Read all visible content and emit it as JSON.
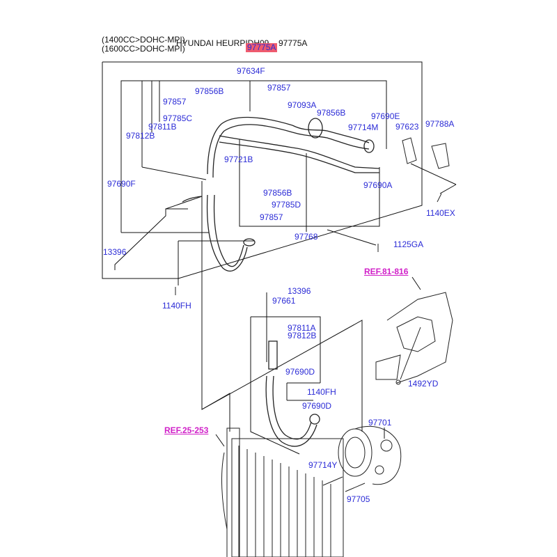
{
  "header": {
    "engine_1": "(1400CC>DOHC-MPI)",
    "engine_2": "(1600CC>DOHC-MPI)",
    "model": "HYUNDAI HEURPIDH09",
    "assembly_code": "97775A",
    "assembly_code_highlight": "97775A"
  },
  "refs": {
    "ref_81_816": "REF.81-816",
    "ref_25_253": "REF.25-253"
  },
  "parts": {
    "p97634F": "97634F",
    "p97857_a": "97857",
    "p97856B_a": "97856B",
    "p97857_b": "97857",
    "p97093A": "97093A",
    "p97856B_b": "97856B",
    "p97690E": "97690E",
    "p97785C": "97785C",
    "p97811B": "97811B",
    "p97714M": "97714M",
    "p97623": "97623",
    "p97788A": "97788A",
    "p97812B": "97812B",
    "p97721B": "97721B",
    "p97690F": "97690F",
    "p97856B_c": "97856B",
    "p97690A": "97690A",
    "p97785D": "97785D",
    "p1140EX": "1140EX",
    "p97857_c": "97857",
    "p97768": "97768",
    "p13396_a": "13396",
    "p1125GA": "1125GA",
    "p1140FH_a": "1140FH",
    "p13396_b": "13396",
    "p97661": "97661",
    "p97811A": "97811A",
    "p97812B_b": "97812B",
    "p97690D_a": "97690D",
    "p1492YD": "1492YD",
    "p1140FH_b": "1140FH",
    "p97690D_b": "97690D",
    "p97701": "97701",
    "p97714Y": "97714Y",
    "p97705": "97705"
  },
  "colors": {
    "label_blue": "#2b2bd6",
    "ref_magenta": "#d020c8",
    "highlight_red": "#ef5b6e",
    "line_black": "#111111"
  }
}
